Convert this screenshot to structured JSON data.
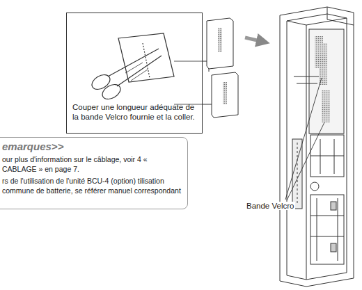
{
  "diagram": {
    "nodes": [
      {
        "text": [
          "Couper une longueur adéquate de la bande Velcro fournie et la coller."
        ]
      },
      {
        "text": [
          "emarques>>",
          "our plus d'information sur le câblage, voir 4 « CABLAGE » en page 7.",
          "rs de l'utilisation de l'unité BCU-4 (option) tilisation commune de batterie, se référer manuel correspondant"
        ]
      }
    ],
    "labels": [
      "Bande Velcro"
    ]
  }
}
